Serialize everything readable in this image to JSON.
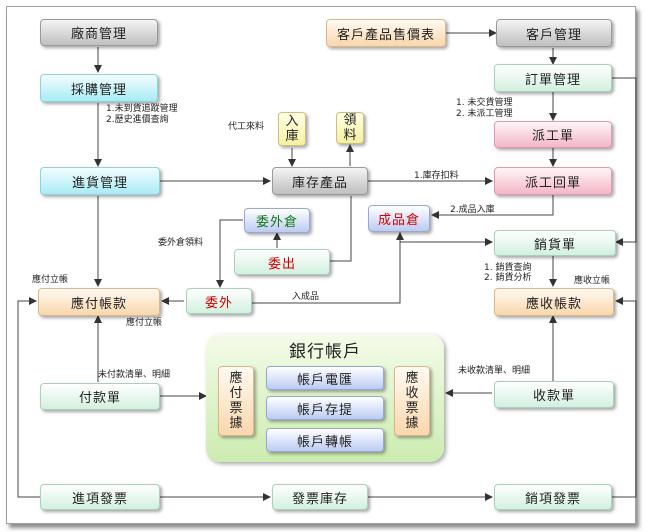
{
  "nodes": {
    "vendor_mgmt": "廠商管理",
    "customer_price_list": "客戶產品售價表",
    "customer_mgmt": "客戶管理",
    "purchase_mgmt": "採購管理",
    "order_mgmt": "訂單管理",
    "receiving_mgmt": "進貨管理",
    "inventory": "庫存產品",
    "in_stock": [
      "入",
      "庫"
    ],
    "pick_material": [
      "領",
      "料"
    ],
    "dispatch_order": "派工單",
    "dispatch_return": "派工回單",
    "outsource_warehouse": "委外倉",
    "finished_goods_warehouse": "成品倉",
    "outsource_out": "委出",
    "sales_order": "銷貨單",
    "accounts_payable": "應付帳款",
    "outsource": "委外",
    "accounts_receivable": "應收帳款",
    "bank_accounts": "銀行帳戶",
    "payable_notes": [
      "應",
      "付",
      "票",
      "據"
    ],
    "receivable_notes": [
      "應",
      "收",
      "票",
      "據"
    ],
    "wire_transfer": "帳戶電匯",
    "deposit_withdraw": "帳戶存提",
    "account_transfer": "帳戶轉帳",
    "payment_slip": "付款單",
    "receipt_slip": "收款單",
    "purchase_invoice": "進項發票",
    "invoice_inventory": "發票庫存",
    "sales_invoice": "銷項發票"
  },
  "labels": {
    "purchase_notes": [
      "1.未到貨追蹤管理",
      "2.歷史進價查詢"
    ],
    "order_notes": [
      "1. 未交貨管理",
      "2. 未派工管理"
    ],
    "oem_material": "代工來料",
    "stock_deduct": "1.庫存扣料",
    "finished_in": "2.成品入庫",
    "outsource_pick": "委外倉領料",
    "sales_notes": [
      "1. 銷貨查詢",
      "2. 銷貨分析"
    ],
    "ap_setup_top": "應付立帳",
    "ar_setup": "應收立帳",
    "finished_product": "入成品",
    "ap_setup_bottom": "應付立帳",
    "unpaid_list": "未付款清單、明細",
    "unreceived_list": "未收款清單、明細"
  }
}
